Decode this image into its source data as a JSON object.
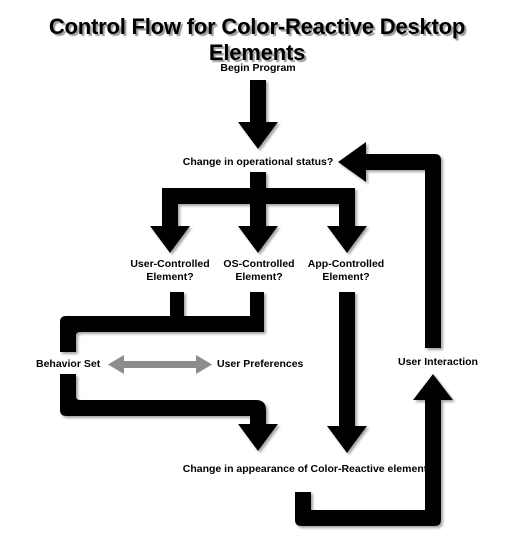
{
  "title": "Control Flow for Color-Reactive Desktop Elements",
  "nodes": {
    "begin": "Begin Program",
    "status": "Change in operational status?",
    "user_ctrl": [
      "User-Controlled",
      "Element?"
    ],
    "os_ctrl": [
      "OS-Controlled",
      "Element?"
    ],
    "app_ctrl": [
      "App-Controlled",
      "Element?"
    ],
    "behavior": "Behavior Set",
    "prefs": "User Preferences",
    "interaction": "User Interaction",
    "appearance": "Change in appearance of Color-Reactive element"
  },
  "colors": {
    "arrow": "#000000",
    "double_arrow": "#8c8c8c",
    "shadow": "#9a9a9a"
  }
}
